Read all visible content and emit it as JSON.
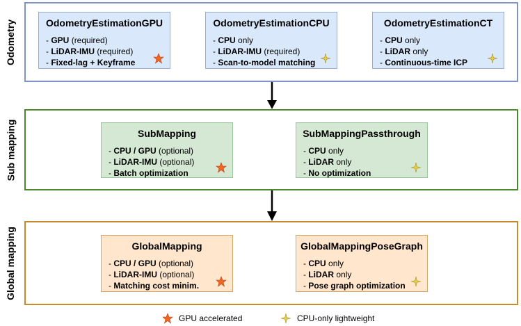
{
  "sections": [
    {
      "label": "Odometry"
    },
    {
      "label": "Sub mapping"
    },
    {
      "label": "Global mapping"
    }
  ],
  "odometry": [
    {
      "title": "OdometryEstimationGPU",
      "icon": "star-icon",
      "items": [
        {
          "bold": "GPU",
          "rest": " (required)"
        },
        {
          "bold": "LiDAR-IMU",
          "rest": " (required)"
        },
        {
          "bold": "Fixed-lag + Keyframe",
          "rest": ""
        }
      ]
    },
    {
      "title": "OdometryEstimationCPU",
      "icon": "sparkle-icon",
      "items": [
        {
          "bold": "CPU",
          "rest": " only"
        },
        {
          "bold": "LiDAR-IMU",
          "rest": " (required)"
        },
        {
          "bold": "Scan-to-model matching",
          "rest": ""
        }
      ]
    },
    {
      "title": "OdometryEstimationCT",
      "icon": "sparkle-icon",
      "items": [
        {
          "bold": "CPU",
          "rest": " only"
        },
        {
          "bold": "LiDAR",
          "rest": " only"
        },
        {
          "bold": "Continuous-time ICP",
          "rest": ""
        }
      ]
    }
  ],
  "submapping": [
    {
      "title": "SubMapping",
      "icon": "star-icon",
      "items": [
        {
          "bold": "CPU / GPU",
          "rest": " (optional)"
        },
        {
          "bold": "LiDAR-IMU",
          "rest": " (optional)"
        },
        {
          "bold": "Batch optimization",
          "rest": ""
        }
      ]
    },
    {
      "title": "SubMappingPassthrough",
      "icon": "sparkle-icon",
      "items": [
        {
          "bold": "CPU",
          "rest": " only"
        },
        {
          "bold": "LiDAR",
          "rest": " only"
        },
        {
          "bold": "No optimization",
          "rest": ""
        }
      ]
    }
  ],
  "globalmapping": [
    {
      "title": "GlobalMapping",
      "icon": "star-icon",
      "items": [
        {
          "bold": "CPU / GPU",
          "rest": " (optional)"
        },
        {
          "bold": "LiDAR-IMU",
          "rest": " (optional)"
        },
        {
          "bold": "Matching cost minim.",
          "rest": ""
        }
      ]
    },
    {
      "title": "GlobalMappingPoseGraph",
      "icon": "sparkle-icon",
      "items": [
        {
          "bold": "CPU",
          "rest": " only"
        },
        {
          "bold": "LiDAR",
          "rest": " only"
        },
        {
          "bold": "Pose graph optimization",
          "rest": ""
        }
      ]
    }
  ],
  "legend": {
    "gpu": "GPU accelerated",
    "cpu": "CPU-only lightweight"
  },
  "colors": {
    "star": "#f26522",
    "sparkle": "#e8d04a"
  }
}
